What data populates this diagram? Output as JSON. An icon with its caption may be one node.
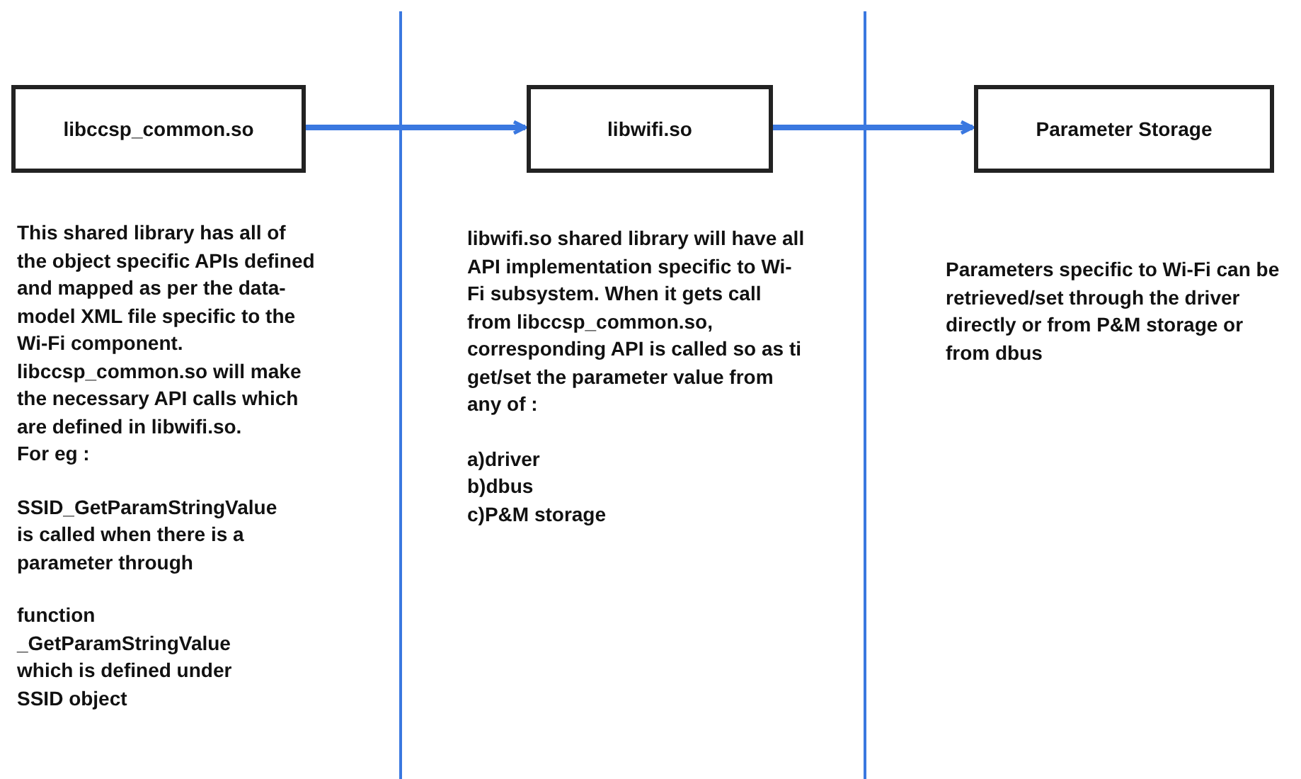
{
  "diagram": {
    "nodes": [
      {
        "text": [
          "libccsp_common.so"
        ],
        "beside": [
          "This shared library has all of the object specific APIs defined and mapped as per the data-model XML file specific to the Wi-Fi component. libccsp_common.so will make the necessary API calls which are defined in libwifi.so.",
          "For eg :",
          "SSID_GetParamStringValue",
          "is called when there is a",
          "parameter through",
          "function",
          "_GetParamStringValue",
          "which is defined under",
          "SSID object"
        ]
      },
      {
        "text": [
          "libwifi.so"
        ],
        "beside": [
          "libwifi.so shared library will have all API implementation specific to Wi-Fi subsystem. When it gets call from libccsp_common.so, corresponding API is called so as ti get/set the parameter value from any of :",
          "a)driver",
          "b)dbus",
          "c)P&M storage"
        ]
      },
      {
        "text": [
          "Parameter Storage"
        ]
      }
    ],
    "labels": [
      "Parameters specific to Wi-Fi can be retrieved/set through the driver directly or from P&M storage or from dbus"
    ],
    "edges": [
      {
        "from": 0,
        "to": 1,
        "arrow": "to"
      },
      {
        "from": 1,
        "to": 2,
        "arrow": "to"
      }
    ]
  }
}
